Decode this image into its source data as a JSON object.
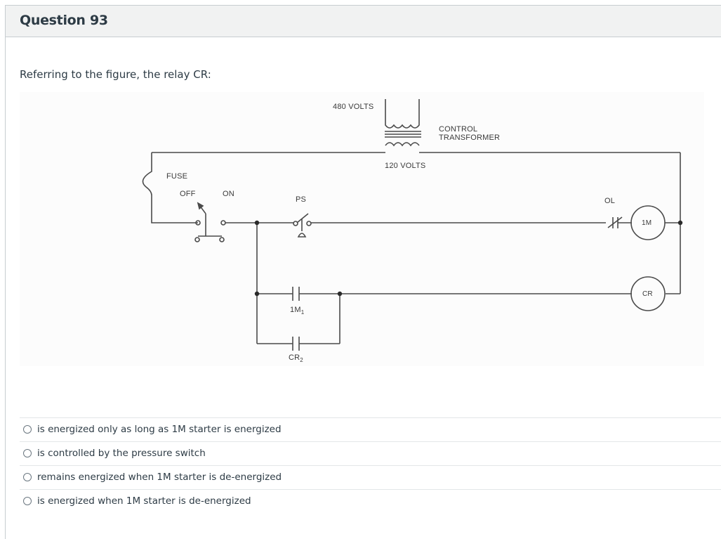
{
  "question": {
    "title": "Question 93",
    "prompt": "Referring to the figure, the relay CR:"
  },
  "figure": {
    "description": "Motor control ladder diagram with control transformer, fuse, on/off switch, pressure switch, overload, 1M starter and CR relay",
    "labels": {
      "primary_voltage": "480 VOLTS",
      "secondary_voltage": "120 VOLTS",
      "transformer_line1": "CONTROL",
      "transformer_line2": "TRANSFORMER",
      "fuse": "FUSE",
      "off": "OFF",
      "on": "ON",
      "pressure_switch": "PS",
      "overload": "OL",
      "starter_coil": "1M",
      "relay_coil": "CR",
      "aux_contact_1m": "1M",
      "aux_contact_1m_sub": "1",
      "aux_contact_cr": "CR",
      "aux_contact_cr_sub": "2"
    }
  },
  "answers": [
    {
      "label": "is energized only as long as 1M starter is energized",
      "selected": false
    },
    {
      "label": "is controlled by the pressure switch",
      "selected": false
    },
    {
      "label": "remains energized when 1M starter is de-energized",
      "selected": false
    },
    {
      "label": "is energized when 1M starter is de-energized",
      "selected": false
    }
  ]
}
